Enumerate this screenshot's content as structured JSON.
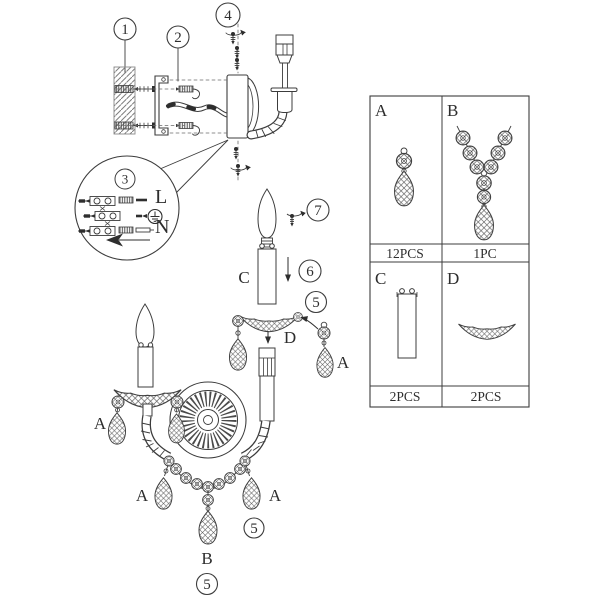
{
  "diagram": {
    "step_labels": [
      "1",
      "2",
      "3",
      "4",
      "5",
      "6",
      "7"
    ],
    "wiring": {
      "live": "L",
      "neutral": "N"
    },
    "parts": {
      "a": "A",
      "b": "B",
      "c": "C",
      "d": "D"
    },
    "icons": {
      "screw": "screw-icon",
      "rotate": "rotate-arrow-icon",
      "hook": "hook-screw-icon",
      "ground": "ground-icon",
      "arrow_down": "arrow-down-icon"
    }
  },
  "parts_table": {
    "cells": [
      {
        "label": "A",
        "qty": "12PCS"
      },
      {
        "label": "B",
        "qty": "1PC"
      },
      {
        "label": "C",
        "qty": "2PCS"
      },
      {
        "label": "D",
        "qty": "2PCS"
      }
    ]
  }
}
